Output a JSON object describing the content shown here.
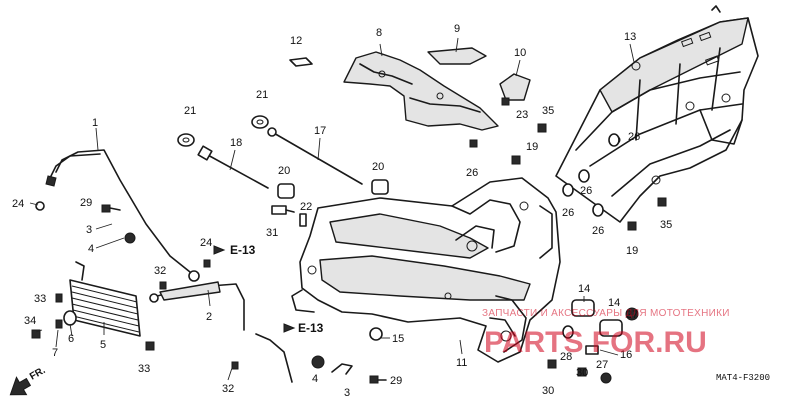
{
  "callouts": {
    "c1": "1",
    "c2": "2",
    "c3": "3",
    "c3b": "3",
    "c4": "4",
    "c4b": "4",
    "c5": "5",
    "c6": "6",
    "c7": "7",
    "c8": "8",
    "c9": "9",
    "c10": "10",
    "c11": "11",
    "c12": "12",
    "c13": "13",
    "c14": "14",
    "c14b": "14",
    "c15": "15",
    "c16": "16",
    "c17": "17",
    "c18": "18",
    "c19": "19",
    "c19b": "19",
    "c20": "20",
    "c20b": "20",
    "c21": "21",
    "c21b": "21",
    "c22": "22",
    "c23": "23",
    "c24": "24",
    "c24b": "24",
    "c26": "26",
    "c26b": "26",
    "c26c": "26",
    "c26d": "26",
    "c26e": "26",
    "c27": "27",
    "c27b": "27",
    "c28": "28",
    "c29": "29",
    "c29b": "29",
    "c30": "30",
    "c30b": "30",
    "c31": "31",
    "c32": "32",
    "c32b": "32",
    "c33": "33",
    "c33b": "33",
    "c34": "34",
    "c35": "35",
    "c35b": "35"
  },
  "refs": {
    "e13_a": "E-13",
    "e13_b": "E-13"
  },
  "direction_label": "FR.",
  "diagram_code": "MAT4-F3200",
  "watermark": {
    "line1": "ЗАПЧАСТИ И АКСЕССУАРЫ ДЛЯ МОТОТЕХНИКИ",
    "line2": "PARTS FOR.RU"
  }
}
